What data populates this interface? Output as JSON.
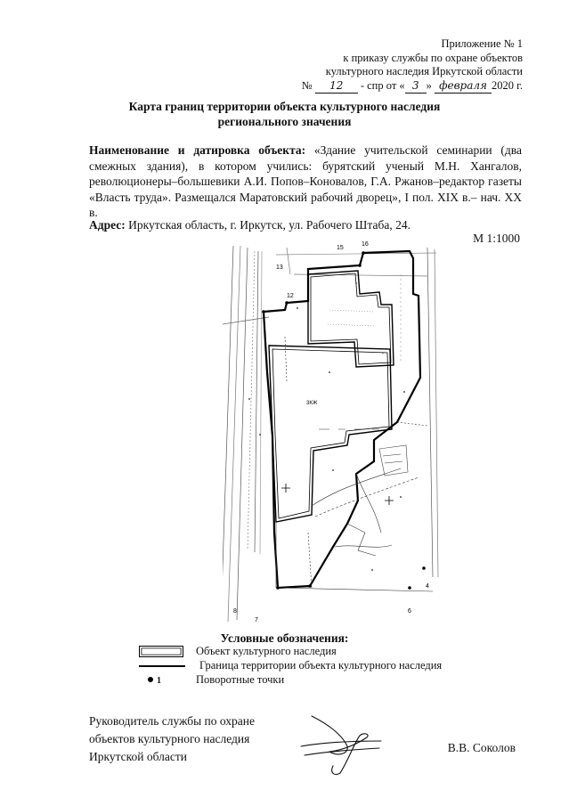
{
  "appendix": {
    "line1": "Приложение № 1",
    "line2": "к приказу службы по охране объектов",
    "line3": "культурного наследия Иркутской области",
    "num_prefix": "№",
    "number": "12",
    "mid": "- спр от «",
    "day": "3",
    "quote_close": "»",
    "month": "февраля",
    "year": "2020 г."
  },
  "title": {
    "line1": "Карта границ территории объекта культурного наследия",
    "line2": "регионального значения"
  },
  "object": {
    "label": "Наименование и датировка объекта:",
    "text": " «Здание учительской семинарии (два смежных здания), в котором учились: бурятский ученый М.Н. Хангалов, революционеры–большевики А.И. Попов–Коновалов, Г.А. Ржанов–редактор газеты «Власть труда». Размещался Маратовский рабочий дворец», I пол. XIX в.– нач. XX в."
  },
  "address": {
    "label": "Адрес:",
    "text": " Иркутская область, г. Иркутск, ул. Рабочего Штаба, 24."
  },
  "scale": "М 1:1000",
  "map": {
    "point_labels": [
      "13",
      "15",
      "16",
      "12",
      "8",
      "7",
      "6",
      "4"
    ],
    "building_label": "3КЖ"
  },
  "legend": {
    "title": "Условные обозначения:",
    "items": [
      "Объект культурного наследия",
      "Граница территории объекта культурного наследия",
      "Поворотные точки"
    ],
    "point_number": "1"
  },
  "signature": {
    "line1": "Руководитель службы по охране",
    "line2": "объектов культурного наследия",
    "line3": "Иркутской области",
    "name": "В.В. Соколов"
  }
}
